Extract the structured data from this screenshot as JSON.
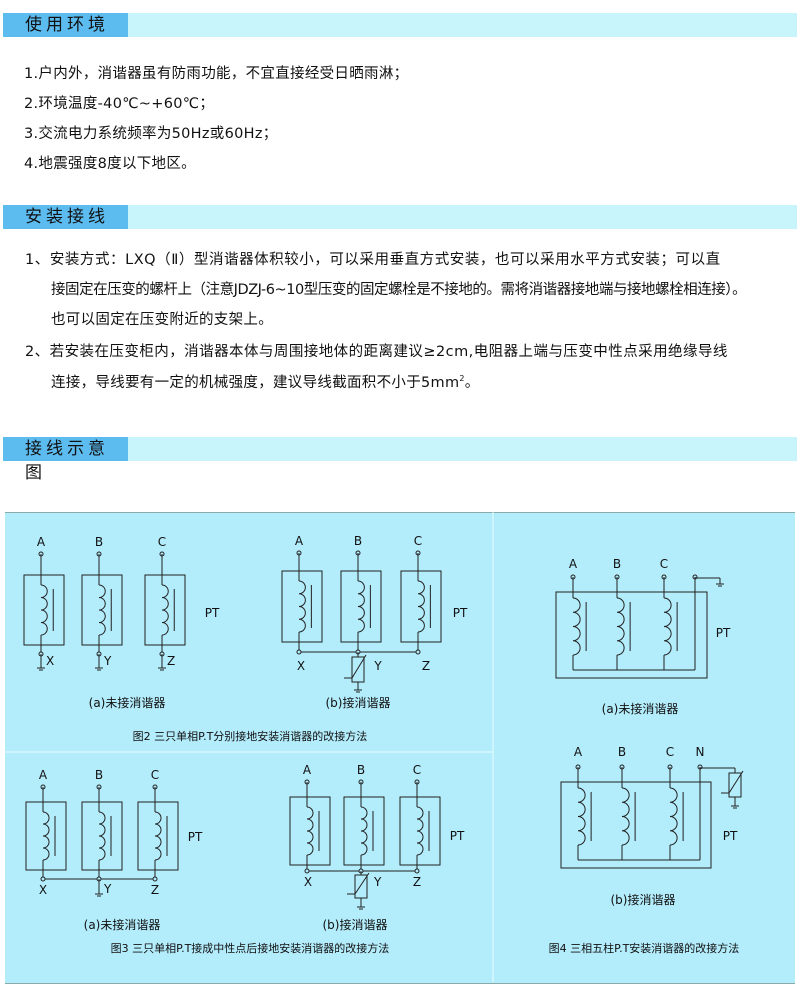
{
  "sections": {
    "env": {
      "title": "使用环境",
      "items": [
        "1.户内外，消谐器虽有防雨功能，不宜直接经受日晒雨淋；",
        "2.环境温度-40℃~+60℃；",
        "3.交流电力系统频率为50Hz或60Hz；",
        "4.地震强度8度以下地区。"
      ]
    },
    "install": {
      "title": "安装接线",
      "lines": [
        "1、安装方式：LXQ（Ⅱ）型消谐器体积较小，可以采用垂直方式安装，也可以采用水平方式安装；可以直",
        "接固定在压变的螺杆上（注意JDZJ-6~10型压变的固定螺栓是不接地的。需将消谐器接地端与接地螺栓相连接）。",
        "也可以固定在压变附近的支架上。",
        "2、若安装在压变柜内，消谐器本体与周围接地体的距离建议≥2cm,电阻器上端与压变中性点采用绝缘导线",
        "连接，导线要有一定的机械强度，建议导线截面积不小于5mm"
      ],
      "superscript": "2",
      "end": "。"
    },
    "diagram": {
      "title": "接线示意图",
      "phases": [
        "A",
        "B",
        "C"
      ],
      "neutral": "N",
      "ends": [
        "X",
        "Y",
        "Z"
      ],
      "pt": "PT",
      "caption_a": "(a)未接消谐器",
      "caption_b": "(b)接消谐器",
      "fig2": "图2 三只单相P.T分别接地安装消谐器的改接方法",
      "fig3": "图3 三只单相P.T接成中性点后接地安装消谐器的改接方法",
      "fig4": "图4 三相五柱P.T安装消谐器的改接方法"
    }
  }
}
